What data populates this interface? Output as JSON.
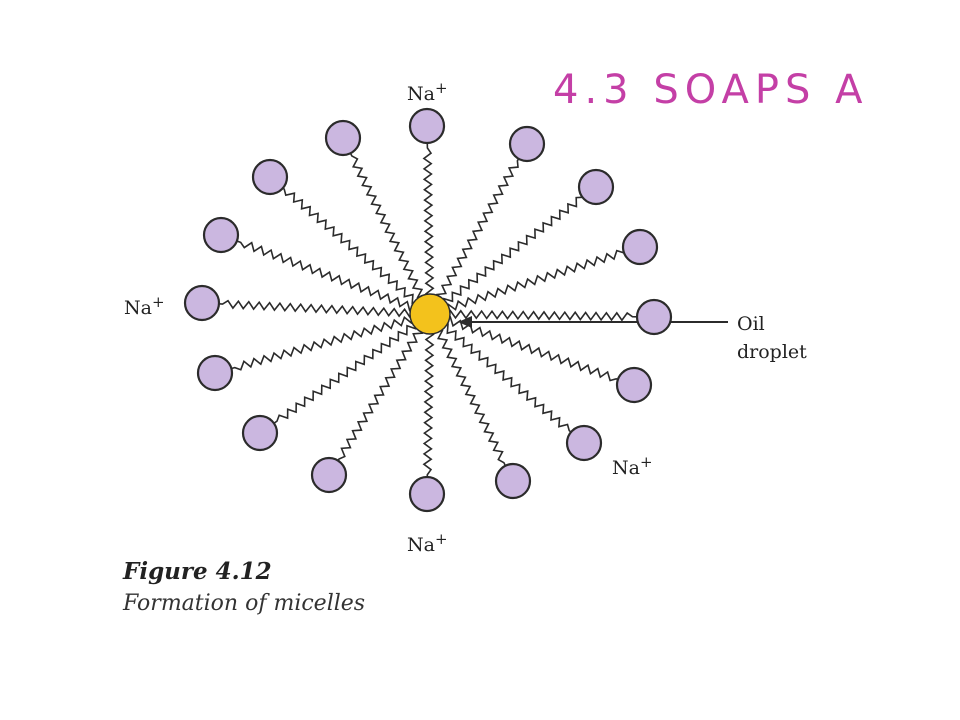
{
  "header": {
    "text": "4.3 SOAPS A"
  },
  "diagram": {
    "ion_labels": [
      "Na+",
      "Na+",
      "Na+",
      "Na+"
    ],
    "oil_label_line1": "Oil",
    "oil_label_line2": "droplet",
    "colors": {
      "head_fill": "#cbb7e0",
      "head_stroke": "#2b2b2b",
      "droplet_fill": "#f3c21c",
      "tail_stroke": "#2b2b2b"
    }
  },
  "figure": {
    "number": "Figure 4.12",
    "caption": "Formation of micelles"
  }
}
